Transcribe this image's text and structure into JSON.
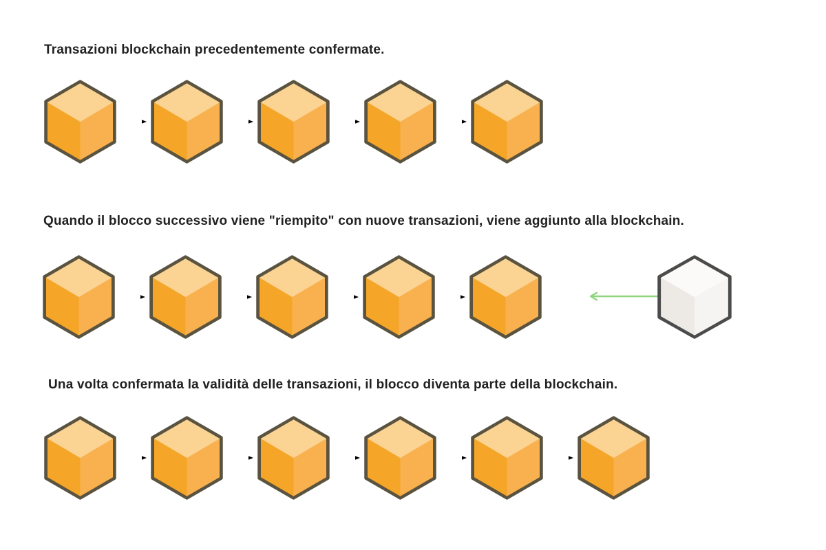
{
  "colors": {
    "background": "#FFFFFF",
    "heading_text": "#212121",
    "cube_top": "#FBD392",
    "cube_left": "#F5A527",
    "cube_right": "#F8B14E",
    "cube_outline": "#5A5340",
    "new_cube_top": "#FBFAF8",
    "new_cube_left": "#EDEAE6",
    "new_cube_right": "#F6F4F2",
    "new_cube_outline": "#4B4B4B",
    "chain_arrow": "#3A3A3A",
    "new_block_arrow": "#8ED57E"
  },
  "sections": [
    {
      "heading": "Transazioni blockchain precedentemente confermate.",
      "blocks": 5
    },
    {
      "heading": "Quando il blocco successivo viene \"riempito\" con nuove transazioni, viene aggiunto alla blockchain.",
      "blocks": 5,
      "incoming_new_block": true
    },
    {
      "heading": "Una volta confermata la validità delle transazioni, il blocco diventa parte della blockchain.",
      "blocks": 6
    }
  ]
}
